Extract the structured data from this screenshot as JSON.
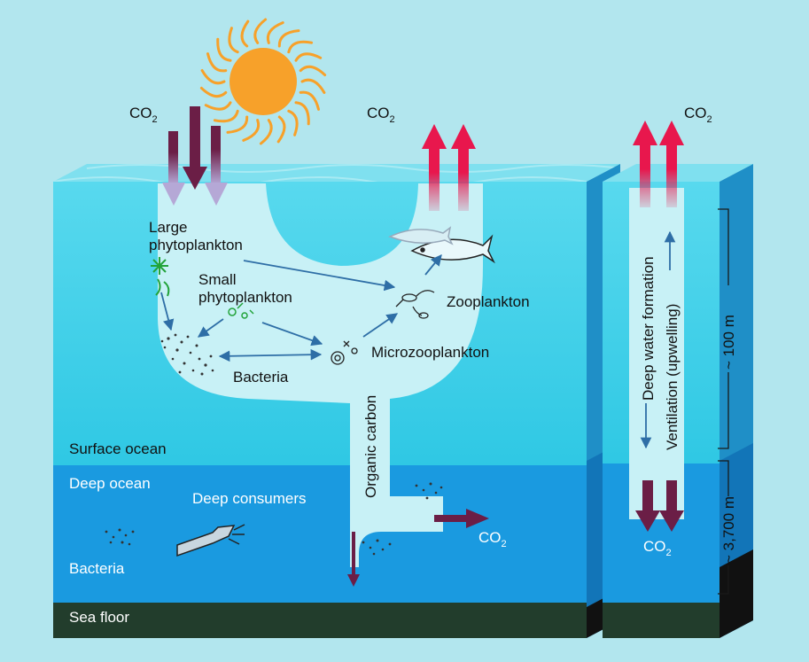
{
  "atmosphere": {
    "co2_left": "CO",
    "co2_mid": "CO",
    "co2_right": "CO",
    "co2_sub": "2"
  },
  "surface_box": {
    "large_phytoplankton_line1": "Large",
    "large_phytoplankton_line2": "phytoplankton",
    "small_phytoplankton_line1": "Small",
    "small_phytoplankton_line2": "phytoplankton",
    "zooplankton": "Zooplankton",
    "microzooplankton": "Microzooplankton",
    "bacteria": "Bacteria",
    "organic_carbon": "Organic carbon"
  },
  "layers": {
    "surface_ocean": "Surface ocean",
    "deep_ocean": "Deep ocean",
    "deep_consumers": "Deep consumers",
    "deep_bacteria": "Bacteria",
    "sea_floor": "Sea floor",
    "deep_co2": "CO",
    "deep_co2_sub": "2"
  },
  "side_column": {
    "deep_water_formation": "Deep water formation",
    "ventilation": "Ventilation (upwelling)",
    "depth_100m": "~ 100 m",
    "depth_3700m": "~ 3,700 m",
    "co2_bottom": "CO",
    "co2_bottom_sub": "2"
  },
  "colors": {
    "sky": "#b2e6ee",
    "surface_water": "#33cde6",
    "deep_water": "#1a9ae0",
    "sea_floor": "#223d2c",
    "light_water": "#c8f1f6",
    "co2_down_arrow": "#6b1e46",
    "co2_up_arrow": "#e8174d",
    "flow_arrow": "#2e6ea6",
    "sun": "#f7a12a"
  }
}
